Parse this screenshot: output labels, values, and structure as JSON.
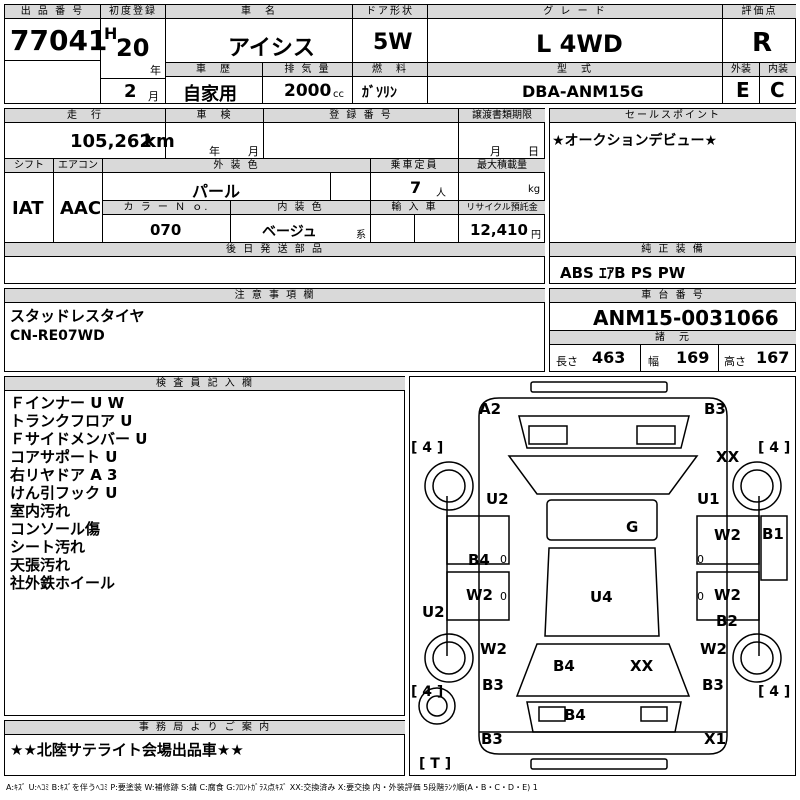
{
  "header": {
    "lot_label": "出 品 番 号",
    "lot": "77041",
    "reg_label": "初度登録",
    "era": "H",
    "year": "20",
    "year_unit": "年",
    "month": "2",
    "month_unit": "月",
    "name_label": "車　名",
    "name": "アイシス",
    "door_label": "ドア形状",
    "door": "5W",
    "grade_label": "グ レ ー ド",
    "grade": "L 4WD",
    "score_label": "評価点",
    "score": "R",
    "history_label": "車　歴",
    "history": "自家用",
    "displacement_label": "排 気 量",
    "displacement": "2000",
    "displacement_unit": "cc",
    "fuel_label": "燃　料",
    "fuel": "ｶﾞｿﾘﾝ",
    "model_label": "型　式",
    "model": "DBA-ANM15G",
    "exterior_label": "外装",
    "exterior": "E",
    "interior_label": "内装",
    "interior": "C"
  },
  "row2": {
    "mileage_label": "走　行",
    "mileage": "105,262",
    "mileage_unit": "km",
    "inspection_label": "車　検",
    "insp_year_unit": "年",
    "insp_month_unit": "月",
    "plate_label": "登 録 番 号",
    "transfer_label": "譲渡書類期限",
    "transfer_month": "月",
    "transfer_day": "日",
    "shift_label": "シフト",
    "shift": "IAT",
    "ac_label": "エアコン",
    "ac": "AAC",
    "color_label": "外 装 色",
    "color": "パール",
    "capacity_label": "乗車定員",
    "capacity": "7",
    "capacity_unit": "人",
    "load_label": "最大積載量",
    "load_unit": "kg",
    "colorno_label": "カ ラ ー Ｎ ｏ.",
    "colorno": "070",
    "intcolor_label": "内 装 色",
    "intcolor": "ベージュ",
    "intcolor_unit": "系",
    "import_label": "輸 入 車",
    "recycle_label": "リサイクル預託金",
    "recycle": "12,410",
    "recycle_unit": "円",
    "later_label": "後 日 発 送 部 品"
  },
  "sales": {
    "label": "セールスポイント",
    "text": "★オークションデビュー★"
  },
  "equipment": {
    "label": "純 正 装 備",
    "text": "ABS ｴｱB PS PW"
  },
  "notes": {
    "label": "注 意 事 項 欄",
    "lines": [
      "スタッドレスタイヤ",
      "CN-RE07WD"
    ]
  },
  "chassis": {
    "label": "車 台 番 号",
    "value": "ANM15-0031066"
  },
  "specs": {
    "label": "諸　元",
    "len_label": "長さ",
    "len": "463",
    "wid_label": "幅",
    "wid": "169",
    "hgt_label": "高さ",
    "hgt": "167"
  },
  "inspector": {
    "label": "検 査 員 記 入 欄",
    "lines": [
      "Ｆインナー U W",
      "トランクフロア U",
      "Ｆサイドメンバー U",
      "コアサポート U",
      "右リヤドア A 3",
      "けん引フック U",
      "室内汚れ",
      "コンソール傷",
      "シート汚れ",
      "天張汚れ",
      "社外鉄ホイール"
    ]
  },
  "office": {
    "label": "事 務 局 よ り ご 案 内",
    "text": "★★北陸サテライト会場出品車★★"
  },
  "diagram": {
    "marks": [
      "A2",
      "B3",
      "XX",
      "U2",
      "U1",
      "G",
      "W2",
      "B1",
      "B4",
      "W2",
      "U4",
      "W2",
      "B2",
      "U2",
      "W2",
      "W2",
      "B3",
      "B4",
      "XX",
      "B3",
      "B4",
      "B3",
      "X1"
    ],
    "tire_labels": [
      "[ 4 ]",
      "[ 4 ]",
      "[ 4 ]",
      "[ 4 ]",
      "[ T ]"
    ],
    "small_zeros": [
      "0",
      "0",
      "0",
      "0"
    ]
  },
  "legend": "A:ｷｽﾞ U:ﾍｺﾐ B:ｷｽﾞを伴うﾍｺﾐ P:要塗装 W:補修跡 S:錆 C:腐食 G:ﾌﾛﾝﾄｶﾞﾗｽ点ｷｽﾞ XX:交換済み X:要交換 内・外装評価 5段階ﾗﾝｸ順(A・B・C・D・E) 1"
}
